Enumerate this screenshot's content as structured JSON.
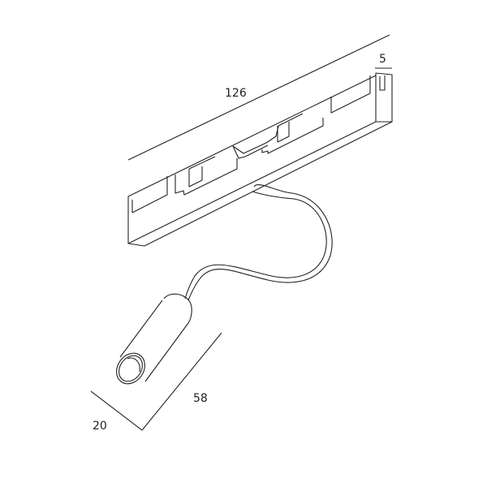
{
  "dimensions": {
    "track_length": "126",
    "track_width": "5",
    "spot_length": "58",
    "spot_diameter": "20"
  },
  "colors": {
    "line": "#222222",
    "background": "#ffffff"
  }
}
